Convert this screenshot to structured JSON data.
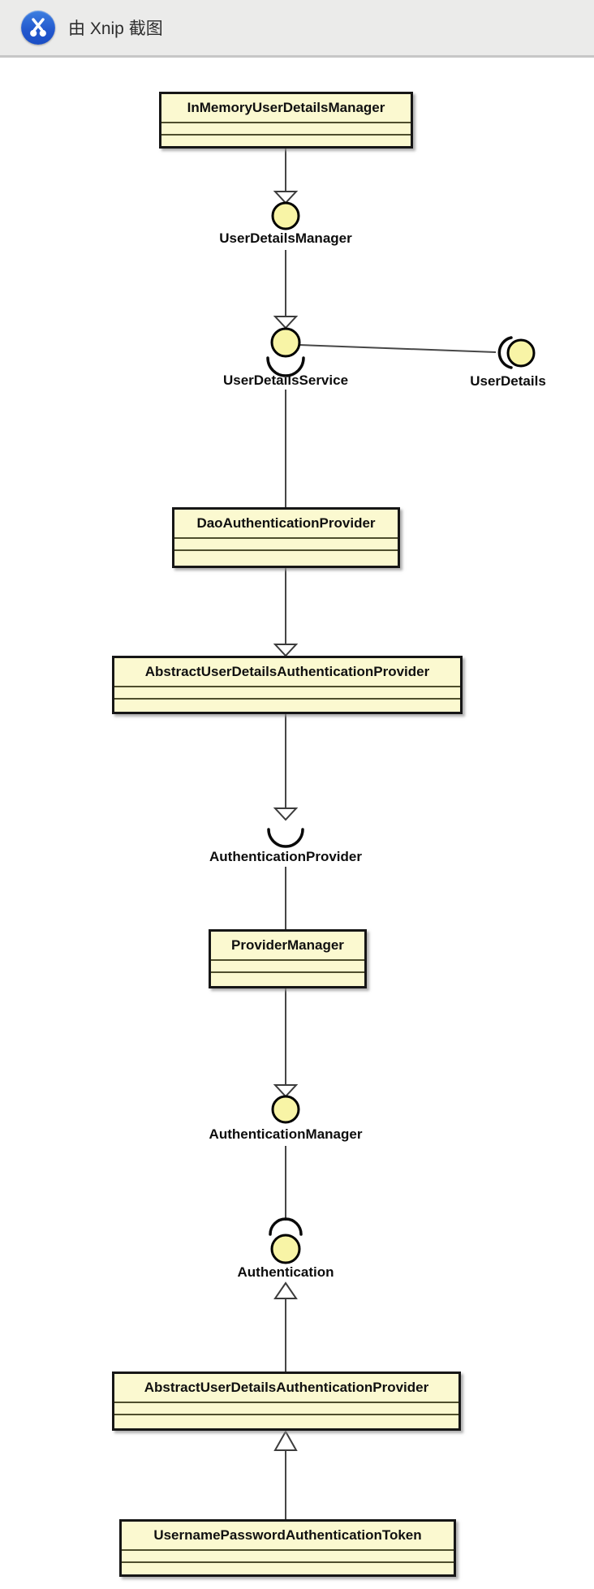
{
  "window": {
    "titlebar": {
      "label": "由 Xnip 截图",
      "logo_icon": "xnip-scissors-icon"
    }
  },
  "colors": {
    "titlebar_bg": "#EBEBEA",
    "titlebar_border": "#C7C7C7",
    "titlebar_text": "#2D2D2D",
    "logo_blue": "#2257CD",
    "canvas_bg": "#FFFFFF",
    "class_fill": "#FBF9D0",
    "class_border": "#161616",
    "compartment_separator": "#4E4E2C",
    "interface_fill": "#F8F4A6",
    "connector": "#474747",
    "label_text": "#0D0D0D"
  },
  "diagram": {
    "classes": [
      {
        "label": "InMemoryUserDetailsManager"
      },
      {
        "label": "DaoAuthenticationProvider"
      },
      {
        "label": "AbstractUserDetailsAuthenticationProvider"
      },
      {
        "label": "ProviderManager"
      },
      {
        "label": "AbstractUserDetailsAuthenticationProvider"
      },
      {
        "label": "UsernamePasswordAuthenticationToken"
      }
    ],
    "interfaces": [
      {
        "label": "UserDetailsManager",
        "notation": "lollipop-circle"
      },
      {
        "label": "UserDetailsService",
        "notation": "lollipop-circle-with-socket-below"
      },
      {
        "label": "UserDetails",
        "notation": "socket-left-of-circle"
      },
      {
        "label": "AuthenticationProvider",
        "notation": "socket-arc-only"
      },
      {
        "label": "AuthenticationManager",
        "notation": "lollipop-circle"
      },
      {
        "label": "Authentication",
        "notation": "circle-with-socket-above"
      }
    ],
    "relations": [
      {
        "from": "InMemoryUserDetailsManager",
        "to": "UserDetailsManager",
        "type": "realization",
        "arrow": "hollow-triangle-down"
      },
      {
        "from": "UserDetailsManager",
        "to": "UserDetailsService",
        "type": "realization",
        "arrow": "hollow-triangle-down"
      },
      {
        "from": "UserDetailsService",
        "to": "UserDetails",
        "type": "association",
        "arrow": "none"
      },
      {
        "from": "UserDetailsService",
        "to": "DaoAuthenticationProvider",
        "type": "association",
        "arrow": "none"
      },
      {
        "from": "DaoAuthenticationProvider",
        "to": "AbstractUserDetailsAuthenticationProvider",
        "type": "generalization",
        "arrow": "hollow-triangle-down"
      },
      {
        "from": "AbstractUserDetailsAuthenticationProvider",
        "to": "AuthenticationProvider",
        "type": "realization",
        "arrow": "hollow-triangle-down"
      },
      {
        "from": "AuthenticationProvider",
        "to": "ProviderManager",
        "type": "association",
        "arrow": "none"
      },
      {
        "from": "ProviderManager",
        "to": "AuthenticationManager",
        "type": "realization",
        "arrow": "hollow-triangle-down"
      },
      {
        "from": "AuthenticationManager",
        "to": "Authentication",
        "type": "association-socket",
        "arrow": "none"
      },
      {
        "from": "AbstractUserDetailsAuthenticationProvider (lower)",
        "to": "Authentication",
        "type": "generalization",
        "arrow": "hollow-triangle-up"
      },
      {
        "from": "UsernamePasswordAuthenticationToken",
        "to": "AbstractUserDetailsAuthenticationProvider (lower)",
        "type": "generalization",
        "arrow": "hollow-triangle-up"
      }
    ]
  }
}
